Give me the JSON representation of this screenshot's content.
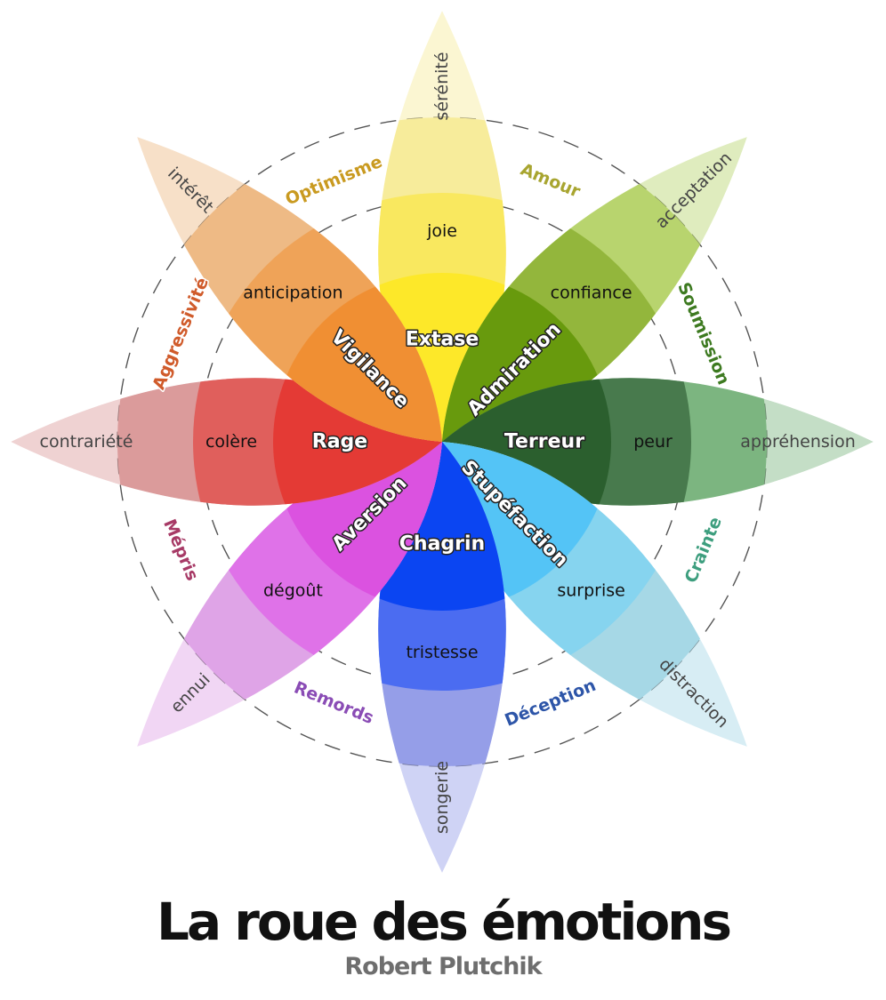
{
  "title": "La roue des émotions",
  "subtitle": "Robert Plutchik",
  "petals": [
    {
      "id": "joy",
      "angle": -90,
      "outer": {
        "label": "sérénité",
        "color": "#f7ec9b"
      },
      "mid": {
        "label": "joie",
        "color": "#f9e85f"
      },
      "core": {
        "label": "Extase",
        "color": "#fde829"
      }
    },
    {
      "id": "trust",
      "angle": -45,
      "outer": {
        "label": "acceptation",
        "color": "#b8d46e"
      },
      "mid": {
        "label": "confiance",
        "color": "#93b63c"
      },
      "core": {
        "label": "Admiration",
        "color": "#689a0d"
      }
    },
    {
      "id": "fear",
      "angle": 0,
      "outer": {
        "label": "appréhension",
        "color": "#7cb580"
      },
      "mid": {
        "label": "peur",
        "color": "#487a4d"
      },
      "core": {
        "label": "Terreur",
        "color": "#2b5f2e"
      }
    },
    {
      "id": "surprise",
      "angle": 45,
      "outer": {
        "label": "distraction",
        "color": "#a6d8e6"
      },
      "mid": {
        "label": "surprise",
        "color": "#86d4ef"
      },
      "core": {
        "label": "Stupéfaction",
        "color": "#54c4f6"
      }
    },
    {
      "id": "sadness",
      "angle": 90,
      "outer": {
        "label": "songerie",
        "color": "#959ee8"
      },
      "mid": {
        "label": "tristesse",
        "color": "#4b6cf1"
      },
      "core": {
        "label": "Chagrin",
        "color": "#0b45f2"
      }
    },
    {
      "id": "disgust",
      "angle": 135,
      "outer": {
        "label": "ennui",
        "color": "#dfa4e7"
      },
      "mid": {
        "label": "dégoût",
        "color": "#df72e8"
      },
      "core": {
        "label": "Aversion",
        "color": "#db52e0"
      }
    },
    {
      "id": "anger",
      "angle": 180,
      "outer": {
        "label": "contrariété",
        "color": "#db9b9b"
      },
      "mid": {
        "label": "colère",
        "color": "#e05f5c"
      },
      "core": {
        "label": "Rage",
        "color": "#e43a35"
      }
    },
    {
      "id": "anticipation",
      "angle": -135,
      "outer": {
        "label": "intérêt",
        "color": "#eeba85"
      },
      "mid": {
        "label": "anticipation",
        "color": "#efa358"
      },
      "core": {
        "label": "Vigilance",
        "color": "#f08f33"
      }
    }
  ],
  "dyads": [
    {
      "label": "Amour",
      "angle": -67.5,
      "color": "#a8a530"
    },
    {
      "label": "Soumission",
      "angle": -22.5,
      "color": "#3d7a20"
    },
    {
      "label": "Crainte",
      "angle": 22.5,
      "color": "#3d9e7e"
    },
    {
      "label": "Déception",
      "angle": 67.5,
      "color": "#2d55a8"
    },
    {
      "label": "Remords",
      "angle": 112.5,
      "color": "#8a4cb5"
    },
    {
      "label": "Mépris",
      "angle": 157.5,
      "color": "#a73a66"
    },
    {
      "label": "Aggressivité",
      "angle": -157.5,
      "color": "#d05b2b"
    },
    {
      "label": "Optimisme",
      "angle": -112.5,
      "color": "#c99a20"
    }
  ]
}
